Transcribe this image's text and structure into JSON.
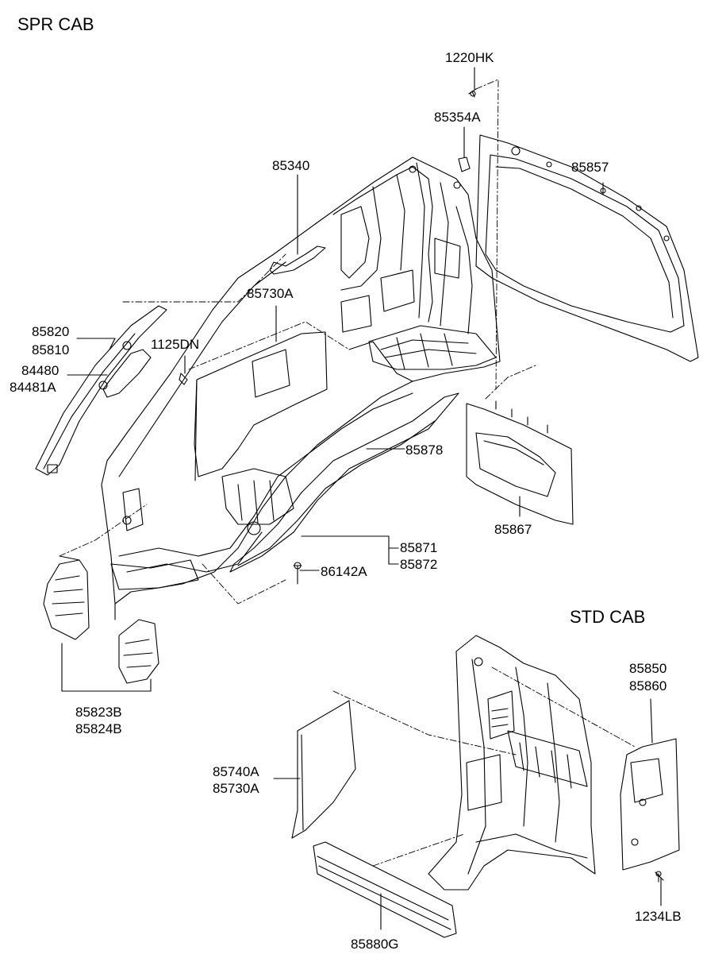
{
  "sections": {
    "spr": "SPR CAB",
    "std": "STD CAB"
  },
  "parts": {
    "p1220HK": "1220HK",
    "p85354A": "85354A",
    "p85857": "85857",
    "p85340": "85340",
    "p85730A_top": "85730A",
    "p85820": "85820",
    "p85810": "85810",
    "p1125DN": "1125DN",
    "p84480": "84480",
    "p84481A": "84481A",
    "p85878": "85878",
    "p85867": "85867",
    "p85871": "85871",
    "p85872": "85872",
    "p86142A": "86142A",
    "p85823B": "85823B",
    "p85824B": "85824B",
    "p85850": "85850",
    "p85860": "85860",
    "p85740A": "85740A",
    "p85730A_std": "85730A",
    "p1234LB": "1234LB",
    "p85880G": "85880G"
  }
}
